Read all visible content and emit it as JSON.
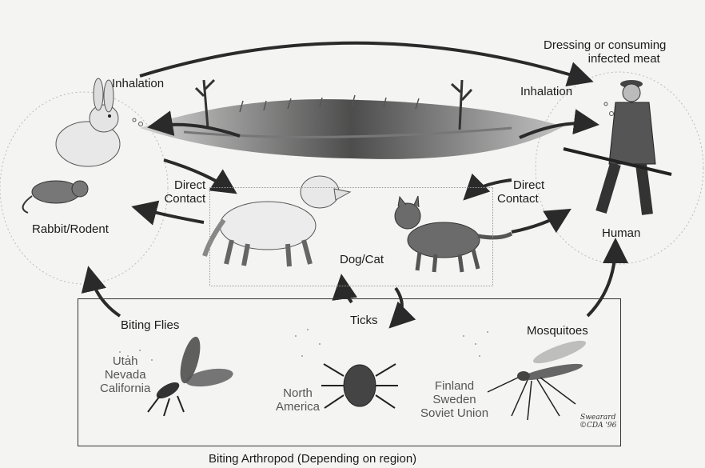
{
  "labels": {
    "dressing": "Dressing or consuming",
    "infected_meat": "infected meat",
    "inhalation_left": "Inhalation",
    "inhalation_right": "Inhalation",
    "direct_contact_left_1": "Direct",
    "direct_contact_left_2": "Contact",
    "direct_contact_right_1": "Direct",
    "direct_contact_right_2": "Contact",
    "rabbit_rodent": "Rabbit/Rodent",
    "dog_cat": "Dog/Cat",
    "human": "Human",
    "ticks": "Ticks",
    "biting_flies": "Biting Flies",
    "mosquitoes": "Mosquitoes",
    "caption": "Biting Arthropod (Depending on region)"
  },
  "regions": {
    "flies": [
      "Utah",
      "Nevada",
      "California"
    ],
    "ticks": [
      "North",
      "America"
    ],
    "mosquitoes": [
      "Finland",
      "Sweden",
      "Soviet Union"
    ]
  },
  "signature": {
    "name": "Swearard",
    "line2": "©CDA '96"
  },
  "colors": {
    "ink": "#1a1a1a",
    "background": "#f4f4f2",
    "arrow": "#2a2a2a",
    "region_text": "#555555"
  }
}
